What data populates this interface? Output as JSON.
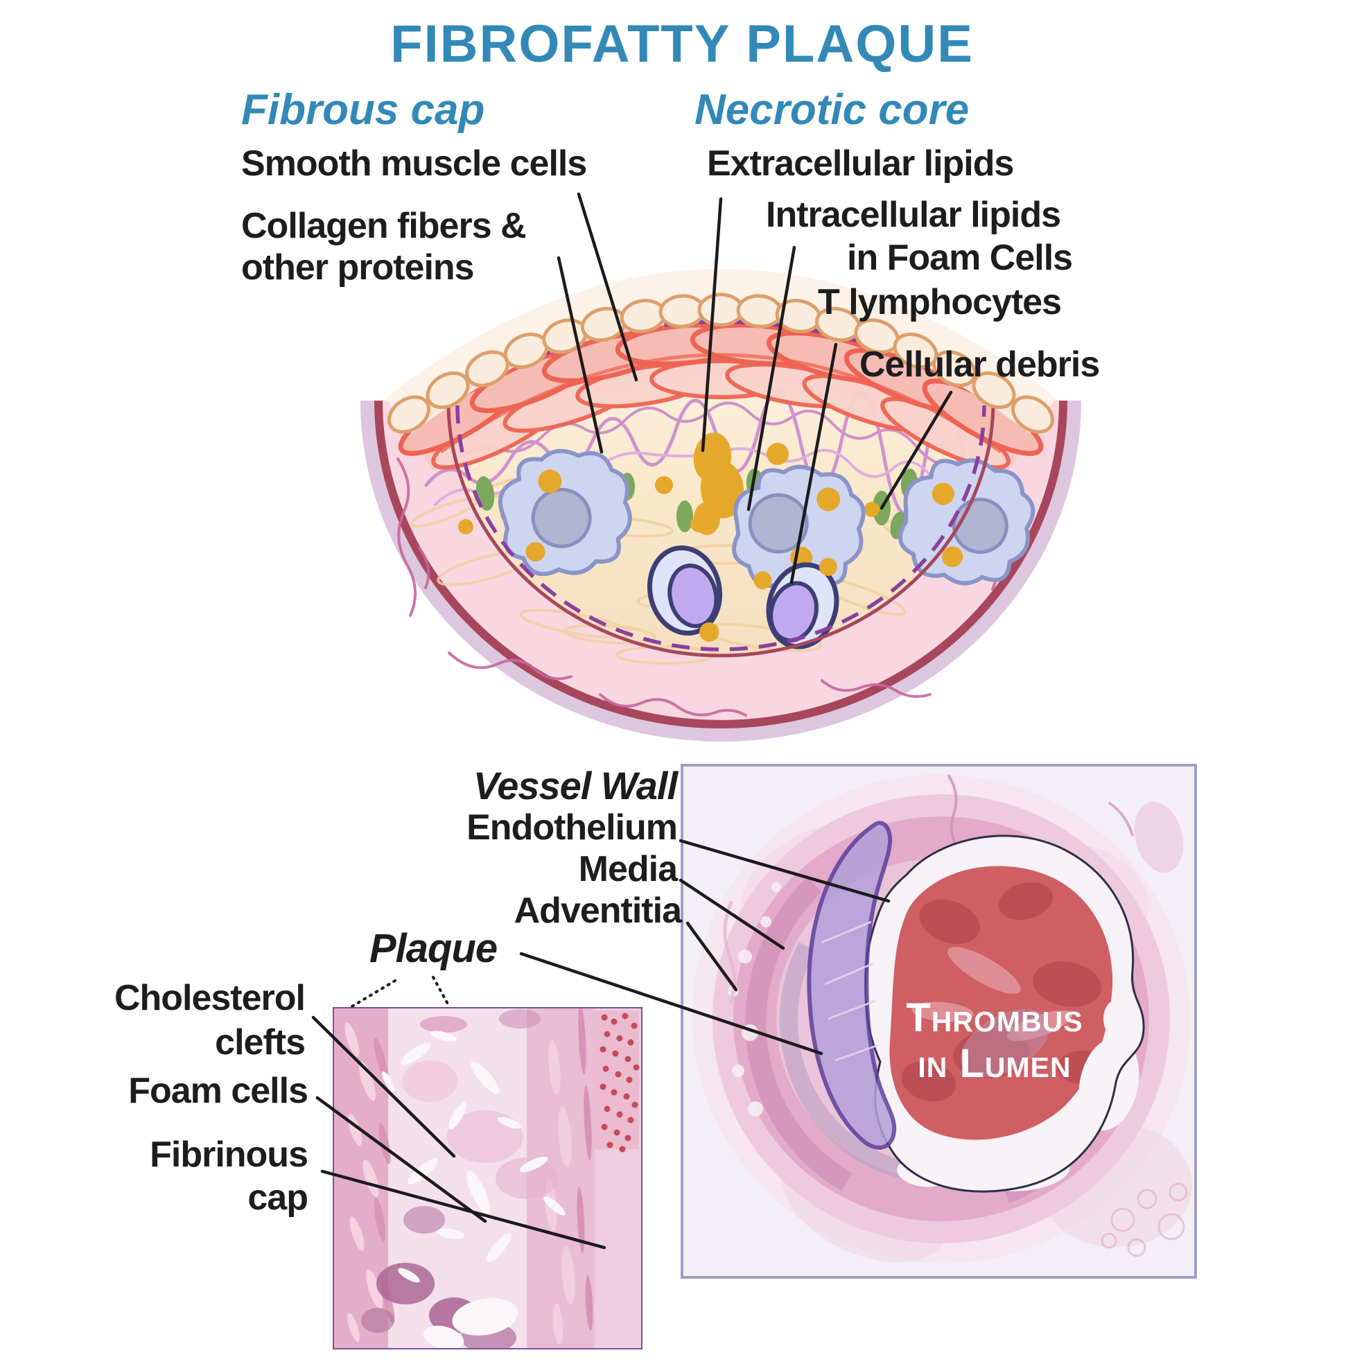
{
  "title": "FIBROFATTY PLAQUE",
  "header": {
    "fibrous_cap": "Fibrous cap",
    "necrotic_core": "Necrotic core"
  },
  "diagram_labels": {
    "smooth_muscle": "Smooth muscle cells",
    "collagen_line1": "Collagen fibers &",
    "collagen_line2": "other proteins",
    "extracellular": "Extracellular lipids",
    "intracellular_line1": "Intracellular lipids",
    "intracellular_line2": "in Foam Cells",
    "t_lymphocytes": "T lymphocytes",
    "cellular_debris": "Cellular debris"
  },
  "histology_labels": {
    "vessel_wall": "Vessel Wall",
    "endothelium": "Endothelium",
    "media": "Media",
    "adventitia": "Adventitia",
    "plaque": "Plaque",
    "cholesterol_line1": "Cholesterol",
    "cholesterol_line2": "clefts",
    "foam_cells": "Foam cells",
    "fibrinous_line1": "Fibrinous",
    "fibrinous_line2": "cap",
    "thrombus_line1": "Thrombus",
    "thrombus_line2": "in Lumen"
  },
  "colors": {
    "accent_blue": "#3289b8",
    "label_black": "#1d1d1f",
    "thrombus_text_white": "#ffffff",
    "vessel_rim_lavender": "#dcc7de",
    "vessel_rim_maroon": "#a8465c",
    "vessel_rim_pink": "#f8d7e1",
    "smooth_muscle_red": "#ee6352",
    "endothelium_tan": "#dd9f6b",
    "collagen_violet": "#d191ce",
    "core_cream": "#f9e9cd",
    "foam_cell_lavender": "#cdd5f0",
    "lipid_yellow": "#e6a82b",
    "debris_green": "#7ba85c",
    "lymphocyte_purple": "#c0a9ee",
    "large_panel_border": "#9f9ec9",
    "small_panel_border": "#7a4fa0"
  }
}
